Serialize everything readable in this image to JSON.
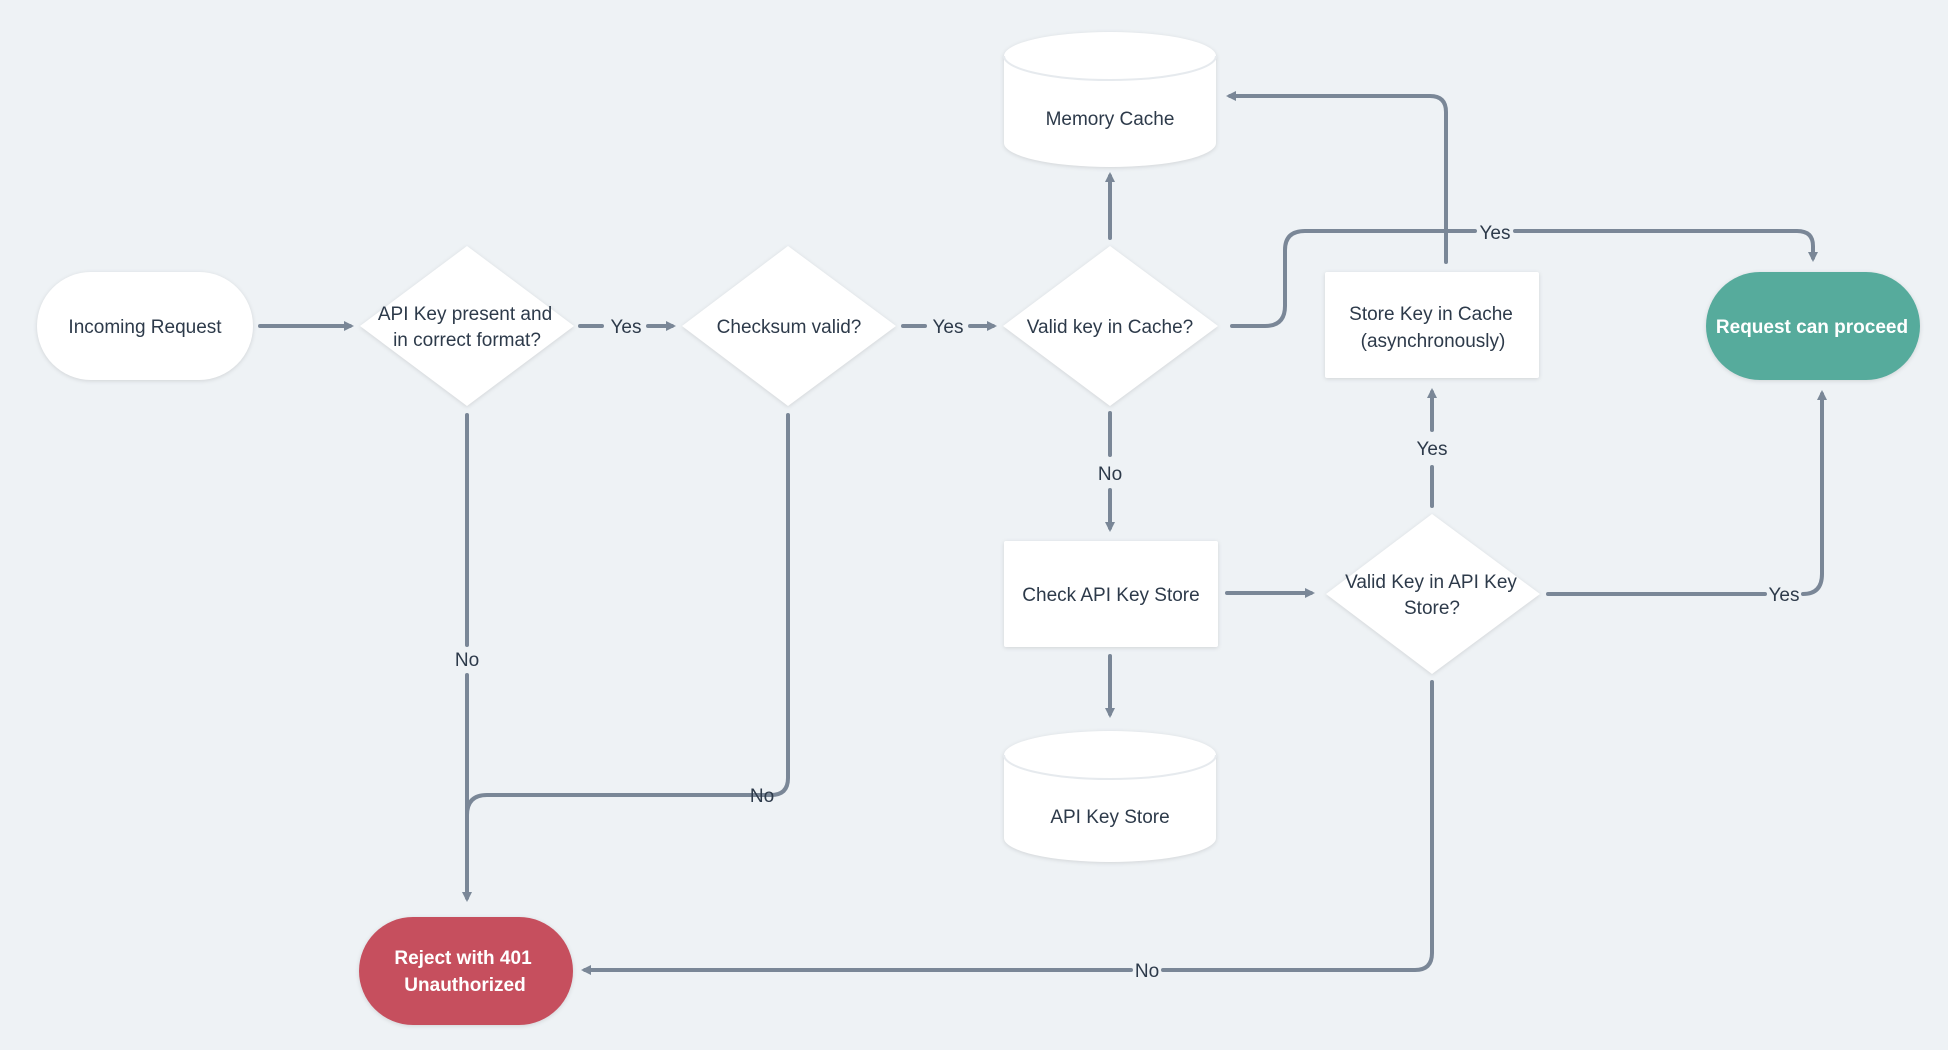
{
  "nodes": {
    "incoming_request": "Incoming Request",
    "api_key_format": [
      "API Key present and",
      "in correct format?"
    ],
    "checksum_valid": "Checksum valid?",
    "valid_key_cache": "Valid key in Cache?",
    "memory_cache": "Memory Cache",
    "store_key_cache": [
      "Store Key in Cache",
      "(asynchronously)"
    ],
    "request_proceed": "Request can proceed",
    "check_api_key_store": "Check API Key Store",
    "valid_key_store": [
      "Valid Key in API Key",
      "Store?"
    ],
    "api_key_store": "API Key Store",
    "reject_401": [
      "Reject with 401",
      "Unauthorized"
    ]
  },
  "edges": {
    "format_yes": "Yes",
    "checksum_yes": "Yes",
    "cache_yes": "Yes",
    "cache_no": "No",
    "store_valid_yes_up": "Yes",
    "store_valid_yes_right": "Yes",
    "format_no": "No",
    "checksum_no": "No",
    "store_no": "No"
  },
  "colors": {
    "background": "#eef2f5",
    "node_fill": "#ffffff",
    "edge": "#7a8797",
    "success": "#56ab9c",
    "reject": "#c64f5e"
  }
}
